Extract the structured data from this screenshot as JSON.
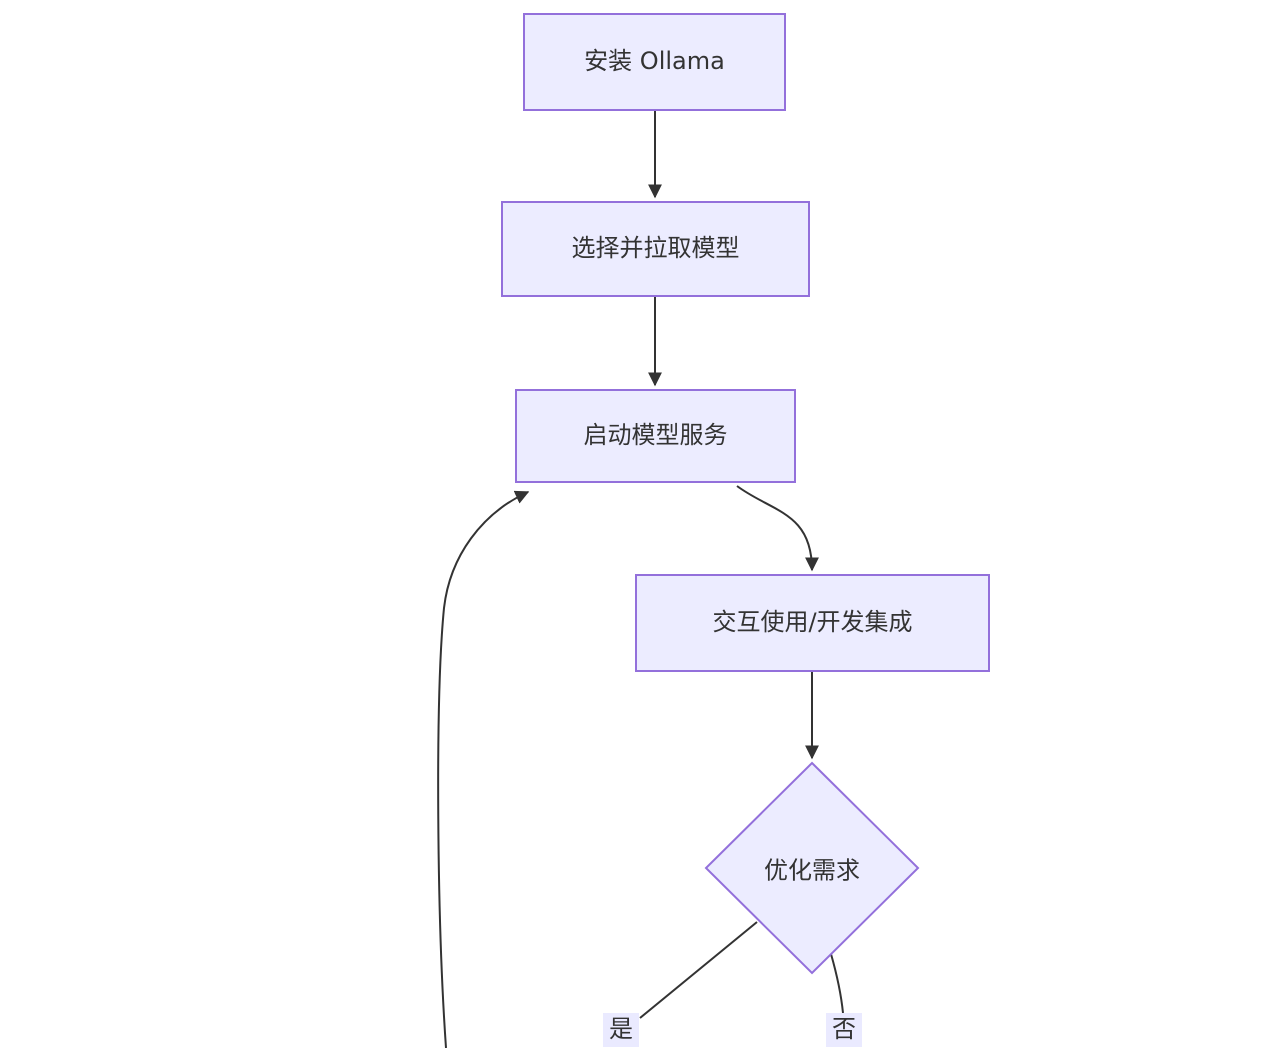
{
  "diagram": {
    "type": "flowchart",
    "direction": "top-down",
    "colors": {
      "background": "#ffffff",
      "node_fill": "#ECECFF",
      "node_border": "#9370DB",
      "edge_stroke": "#333333",
      "text": "#333333",
      "edge_label_bg": "#e8e8ff"
    },
    "nodes": [
      {
        "id": "install",
        "shape": "rect",
        "label": "安装 Ollama"
      },
      {
        "id": "pull",
        "shape": "rect",
        "label": "选择并拉取模型"
      },
      {
        "id": "serve",
        "shape": "rect",
        "label": "启动模型服务"
      },
      {
        "id": "use",
        "shape": "rect",
        "label": "交互使用/开发集成"
      },
      {
        "id": "optimize",
        "shape": "diamond",
        "label": "优化需求"
      }
    ],
    "edges": [
      {
        "from": "install",
        "to": "pull",
        "label": ""
      },
      {
        "from": "pull",
        "to": "serve",
        "label": ""
      },
      {
        "from": "serve",
        "to": "use",
        "label": ""
      },
      {
        "from": "use",
        "to": "optimize",
        "label": ""
      },
      {
        "from": "optimize",
        "to": "offscreen-bottom-left",
        "label": "是"
      },
      {
        "from": "optimize",
        "to": "offscreen-bottom-right",
        "label": "否"
      },
      {
        "from": "offscreen-bottom",
        "to": "serve",
        "label": "",
        "note": "loop-back curve on left side"
      }
    ],
    "edge_labels": {
      "yes": "是",
      "no": "否"
    }
  }
}
